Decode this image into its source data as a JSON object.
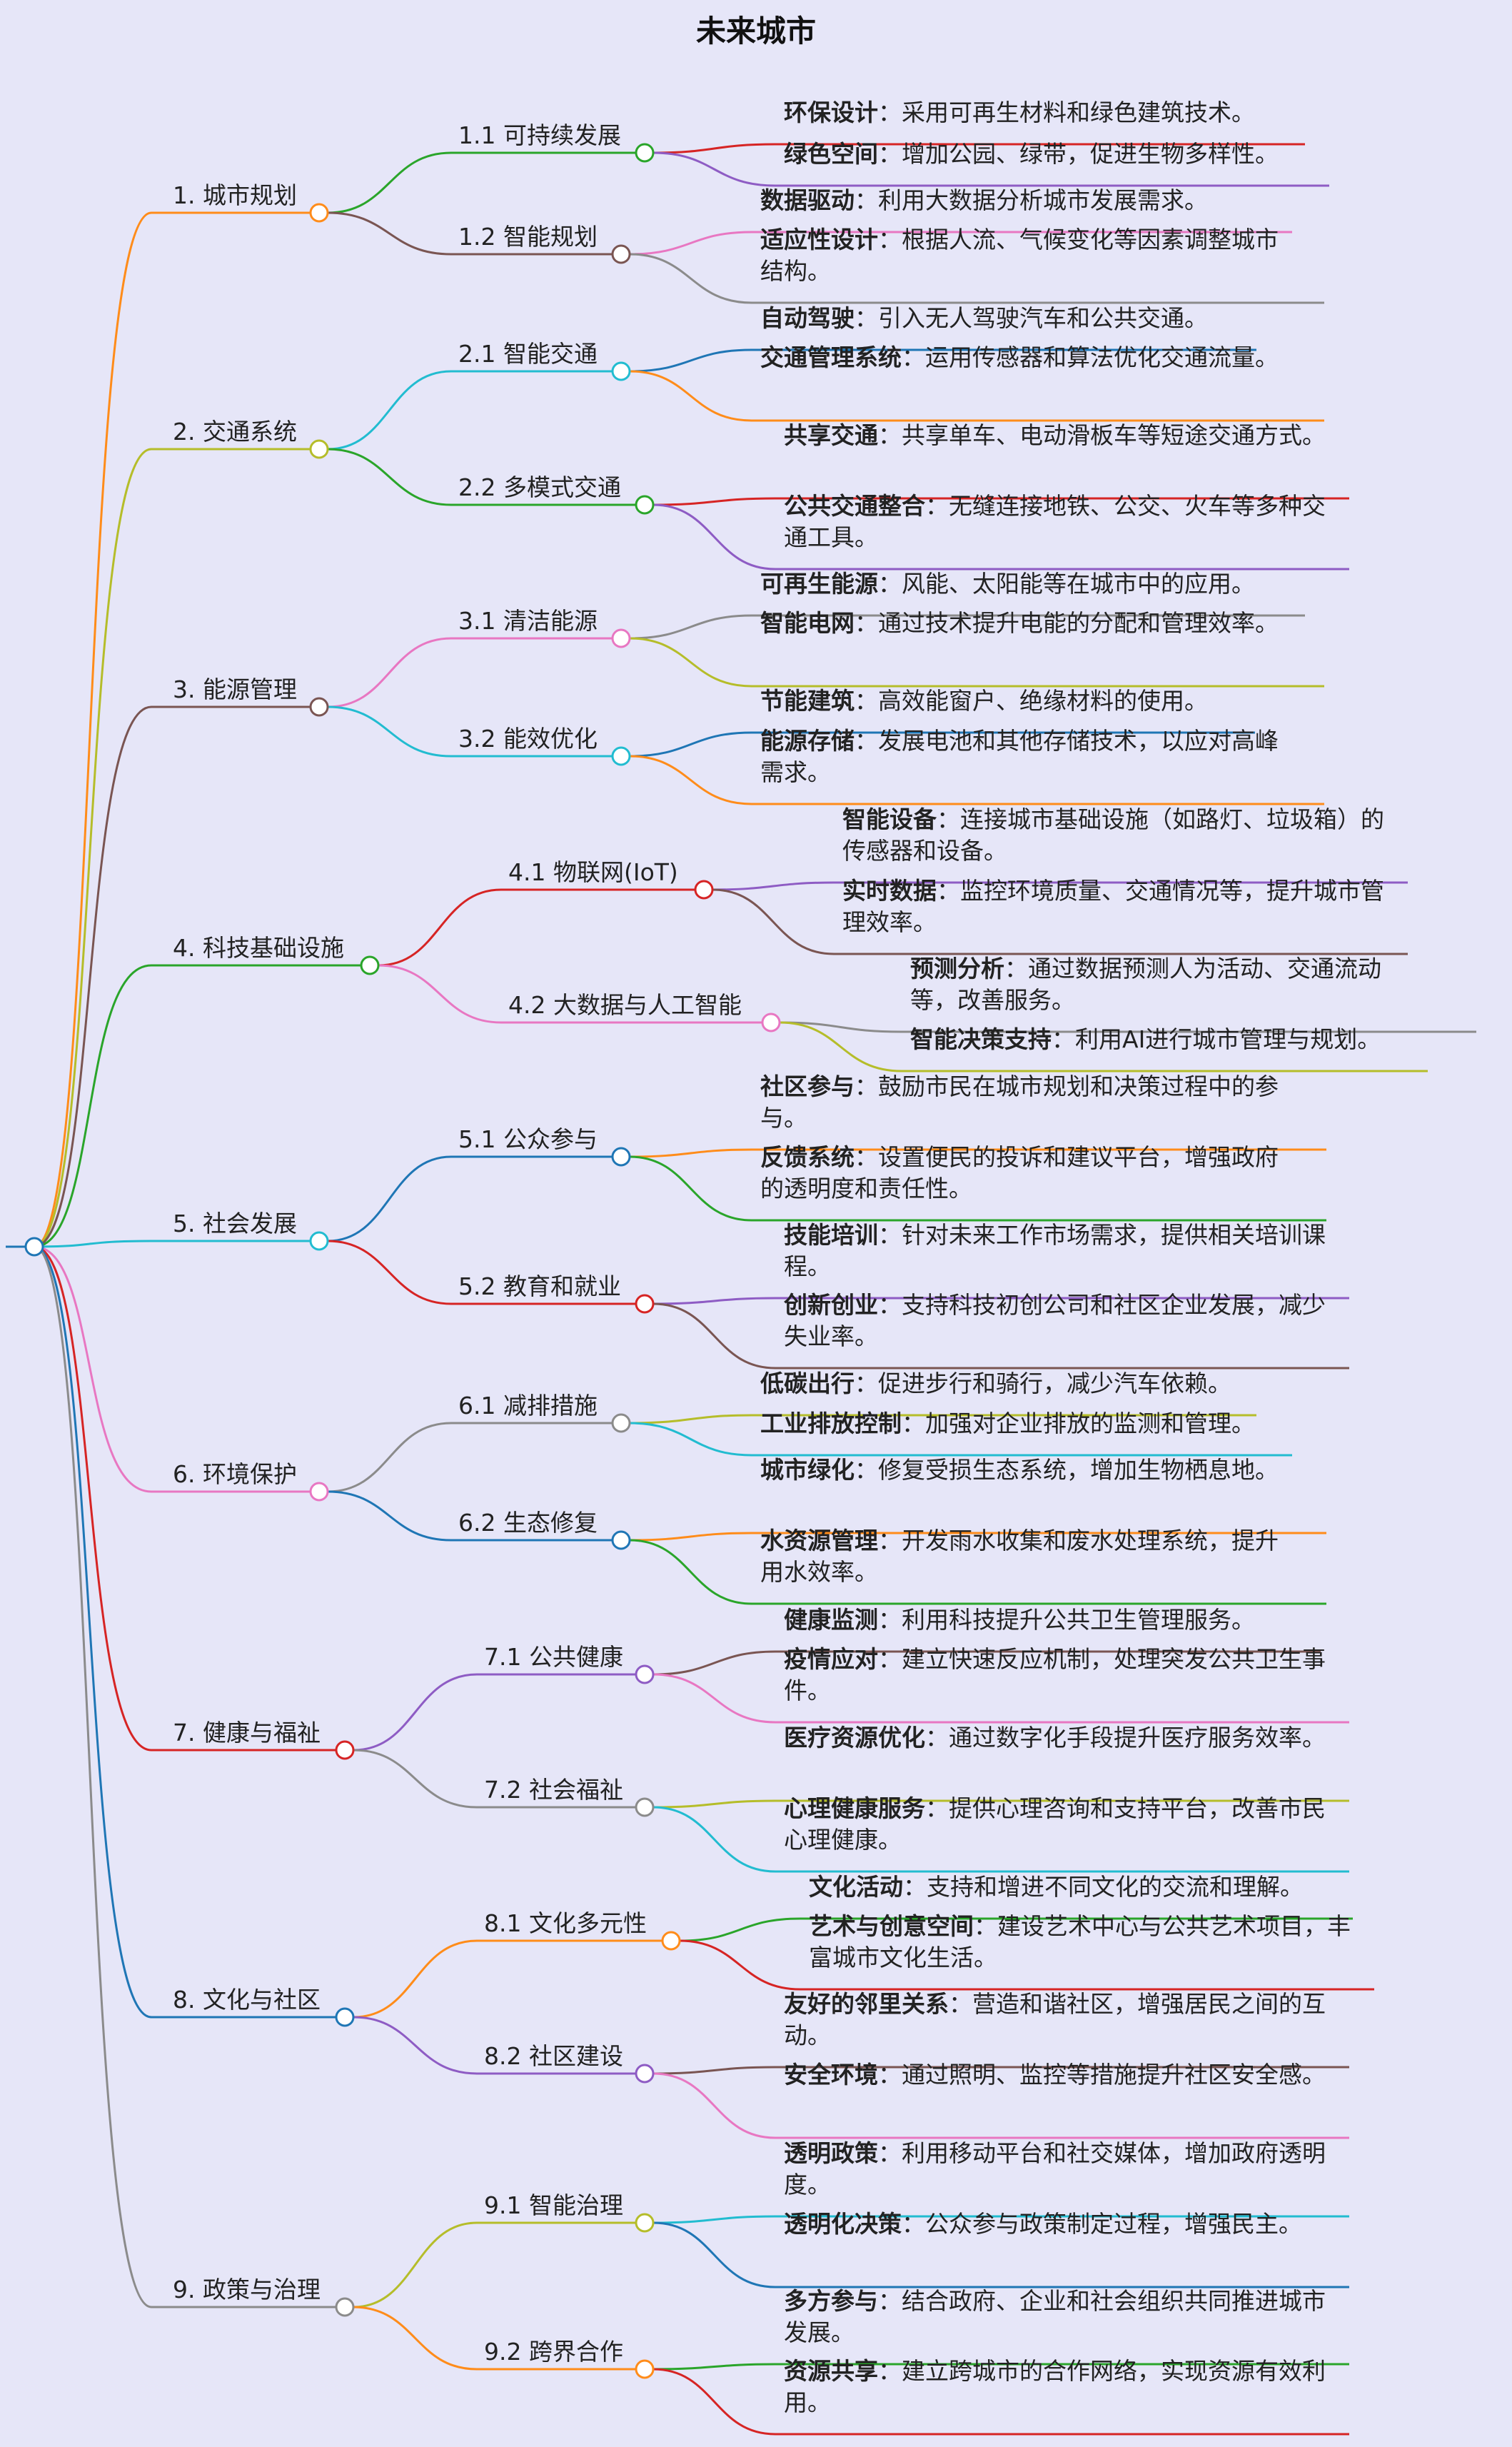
{
  "title": "未来城市",
  "colors": [
    "#ff8c1a",
    "#b5bd2a",
    "#7a5552",
    "#2aa52a",
    "#22bcd0",
    "#e877c2",
    "#8b8b8b",
    "#d62424",
    "#1f76b5",
    "#8e5cc4"
  ],
  "branches": [
    {
      "label": "1. 城市规划",
      "children": [
        {
          "label": "1.1 可持续发展",
          "children": [
            {
              "head": "环保设计",
              "text": "：采用可再生材料和绿色建筑技术。"
            },
            {
              "head": "绿色空间",
              "text": "：增加公园、绿带，促进生物多样性。"
            }
          ]
        },
        {
          "label": "1.2 智能规划",
          "children": [
            {
              "head": "数据驱动",
              "text": "：利用大数据分析城市发展需求。"
            },
            {
              "head": "适应性设计",
              "text": "：根据人流、气候变化等因素调整城市结构。"
            }
          ]
        }
      ]
    },
    {
      "label": "2. 交通系统",
      "children": [
        {
          "label": "2.1 智能交通",
          "children": [
            {
              "head": "自动驾驶",
              "text": "：引入无人驾驶汽车和公共交通。"
            },
            {
              "head": "交通管理系统",
              "text": "：运用传感器和算法优化交通流量。"
            }
          ]
        },
        {
          "label": "2.2 多模式交通",
          "children": [
            {
              "head": "共享交通",
              "text": "：共享单车、电动滑板车等短途交通方式。"
            },
            {
              "head": "公共交通整合",
              "text": "：无缝连接地铁、公交、火车等多种交通工具。"
            }
          ]
        }
      ]
    },
    {
      "label": "3. 能源管理",
      "children": [
        {
          "label": "3.1 清洁能源",
          "children": [
            {
              "head": "可再生能源",
              "text": "：风能、太阳能等在城市中的应用。"
            },
            {
              "head": "智能电网",
              "text": "：通过技术提升电能的分配和管理效率。"
            }
          ]
        },
        {
          "label": "3.2 能效优化",
          "children": [
            {
              "head": "节能建筑",
              "text": "：高效能窗户、绝缘材料的使用。"
            },
            {
              "head": "能源存储",
              "text": "：发展电池和其他存储技术，以应对高峰需求。"
            }
          ]
        }
      ]
    },
    {
      "label": "4. 科技基础设施",
      "children": [
        {
          "label": "4.1 物联网(IoT)",
          "children": [
            {
              "head": "智能设备",
              "text": "：连接城市基础设施（如路灯、垃圾箱）的传感器和设备。"
            },
            {
              "head": "实时数据",
              "text": "：监控环境质量、交通情况等，提升城市管理效率。"
            }
          ]
        },
        {
          "label": "4.2 大数据与人工智能",
          "children": [
            {
              "head": "预测分析",
              "text": "：通过数据预测人为活动、交通流动等，改善服务。"
            },
            {
              "head": "智能决策支持",
              "text": "：利用AI进行城市管理与规划。"
            }
          ]
        }
      ]
    },
    {
      "label": "5. 社会发展",
      "children": [
        {
          "label": "5.1 公众参与",
          "children": [
            {
              "head": "社区参与",
              "text": "：鼓励市民在城市规划和决策过程中的参与。"
            },
            {
              "head": "反馈系统",
              "text": "：设置便民的投诉和建议平台，增强政府的透明度和责任性。"
            }
          ]
        },
        {
          "label": "5.2 教育和就业",
          "children": [
            {
              "head": "技能培训",
              "text": "：针对未来工作市场需求，提供相关培训课程。"
            },
            {
              "head": "创新创业",
              "text": "：支持科技初创公司和社区企业发展，减少失业率。"
            }
          ]
        }
      ]
    },
    {
      "label": "6. 环境保护",
      "children": [
        {
          "label": "6.1 减排措施",
          "children": [
            {
              "head": "低碳出行",
              "text": "：促进步行和骑行，减少汽车依赖。"
            },
            {
              "head": "工业排放控制",
              "text": "：加强对企业排放的监测和管理。"
            }
          ]
        },
        {
          "label": "6.2 生态修复",
          "children": [
            {
              "head": "城市绿化",
              "text": "：修复受损生态系统，增加生物栖息地。"
            },
            {
              "head": "水资源管理",
              "text": "：开发雨水收集和废水处理系统，提升用水效率。"
            }
          ]
        }
      ]
    },
    {
      "label": "7. 健康与福祉",
      "children": [
        {
          "label": "7.1 公共健康",
          "children": [
            {
              "head": "健康监测",
              "text": "：利用科技提升公共卫生管理服务。"
            },
            {
              "head": "疫情应对",
              "text": "：建立快速反应机制，处理突发公共卫生事件。"
            }
          ]
        },
        {
          "label": "7.2 社会福祉",
          "children": [
            {
              "head": "医疗资源优化",
              "text": "：通过数字化手段提升医疗服务效率。"
            },
            {
              "head": "心理健康服务",
              "text": "：提供心理咨询和支持平台，改善市民心理健康。"
            }
          ]
        }
      ]
    },
    {
      "label": "8. 文化与社区",
      "children": [
        {
          "label": "8.1 文化多元性",
          "children": [
            {
              "head": "文化活动",
              "text": "：支持和增进不同文化的交流和理解。"
            },
            {
              "head": "艺术与创意空间",
              "text": "：建设艺术中心与公共艺术项目，丰富城市文化生活。"
            }
          ]
        },
        {
          "label": "8.2 社区建设",
          "children": [
            {
              "head": "友好的邻里关系",
              "text": "：营造和谐社区，增强居民之间的互动。"
            },
            {
              "head": "安全环境",
              "text": "：通过照明、监控等措施提升社区安全感。"
            }
          ]
        }
      ]
    },
    {
      "label": "9. 政策与治理",
      "children": [
        {
          "label": "9.1 智能治理",
          "children": [
            {
              "head": "透明政策",
              "text": "：利用移动平台和社交媒体，增加政府透明度。"
            },
            {
              "head": "透明化决策",
              "text": "：公众参与政策制定过程，增强民主。"
            }
          ]
        },
        {
          "label": "9.2 跨界合作",
          "children": [
            {
              "head": "多方参与",
              "text": "：结合政府、企业和社会组织共同推进城市发展。"
            },
            {
              "head": "资源共享",
              "text": "：建立跨城市的合作网络，实现资源有效利用。"
            }
          ]
        }
      ]
    }
  ]
}
